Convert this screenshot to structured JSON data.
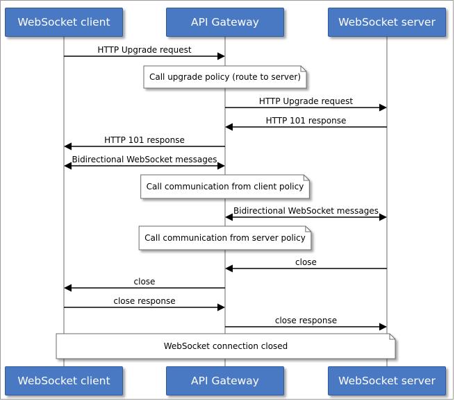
{
  "participants": [
    {
      "id": "client",
      "label": "WebSocket client"
    },
    {
      "id": "gateway",
      "label": "API Gateway"
    },
    {
      "id": "server",
      "label": "WebSocket server"
    }
  ],
  "steps": [
    {
      "kind": "message",
      "from": "client",
      "to": "gateway",
      "label": "HTTP Upgrade request"
    },
    {
      "kind": "note",
      "over": [
        "gateway"
      ],
      "text": "Call upgrade policy (route to server)"
    },
    {
      "kind": "message",
      "from": "gateway",
      "to": "server",
      "label": "HTTP Upgrade request"
    },
    {
      "kind": "message",
      "from": "server",
      "to": "gateway",
      "label": "HTTP 101 response"
    },
    {
      "kind": "message",
      "from": "gateway",
      "to": "client",
      "label": "HTTP 101 response"
    },
    {
      "kind": "message",
      "from": "client",
      "to": "gateway",
      "label": "Bidirectional WebSocket messages",
      "bidirectional": true
    },
    {
      "kind": "note",
      "over": [
        "gateway"
      ],
      "text": "Call communication from client policy"
    },
    {
      "kind": "message",
      "from": "gateway",
      "to": "server",
      "label": "Bidirectional WebSocket messages",
      "bidirectional": true
    },
    {
      "kind": "note",
      "over": [
        "gateway"
      ],
      "text": "Call communication from server policy"
    },
    {
      "kind": "message",
      "from": "server",
      "to": "gateway",
      "label": "close"
    },
    {
      "kind": "message",
      "from": "gateway",
      "to": "client",
      "label": "close"
    },
    {
      "kind": "message",
      "from": "client",
      "to": "gateway",
      "label": "close response"
    },
    {
      "kind": "message",
      "from": "gateway",
      "to": "server",
      "label": "close response"
    },
    {
      "kind": "note",
      "over": [
        "client",
        "server"
      ],
      "text": "WebSocket connection closed"
    }
  ],
  "colors": {
    "participant_fill": "#4a79c4",
    "participant_text": "#ffffff",
    "lifeline": "#9a9a9a",
    "arrow": "#000000",
    "note_fill": "#ffffff"
  }
}
